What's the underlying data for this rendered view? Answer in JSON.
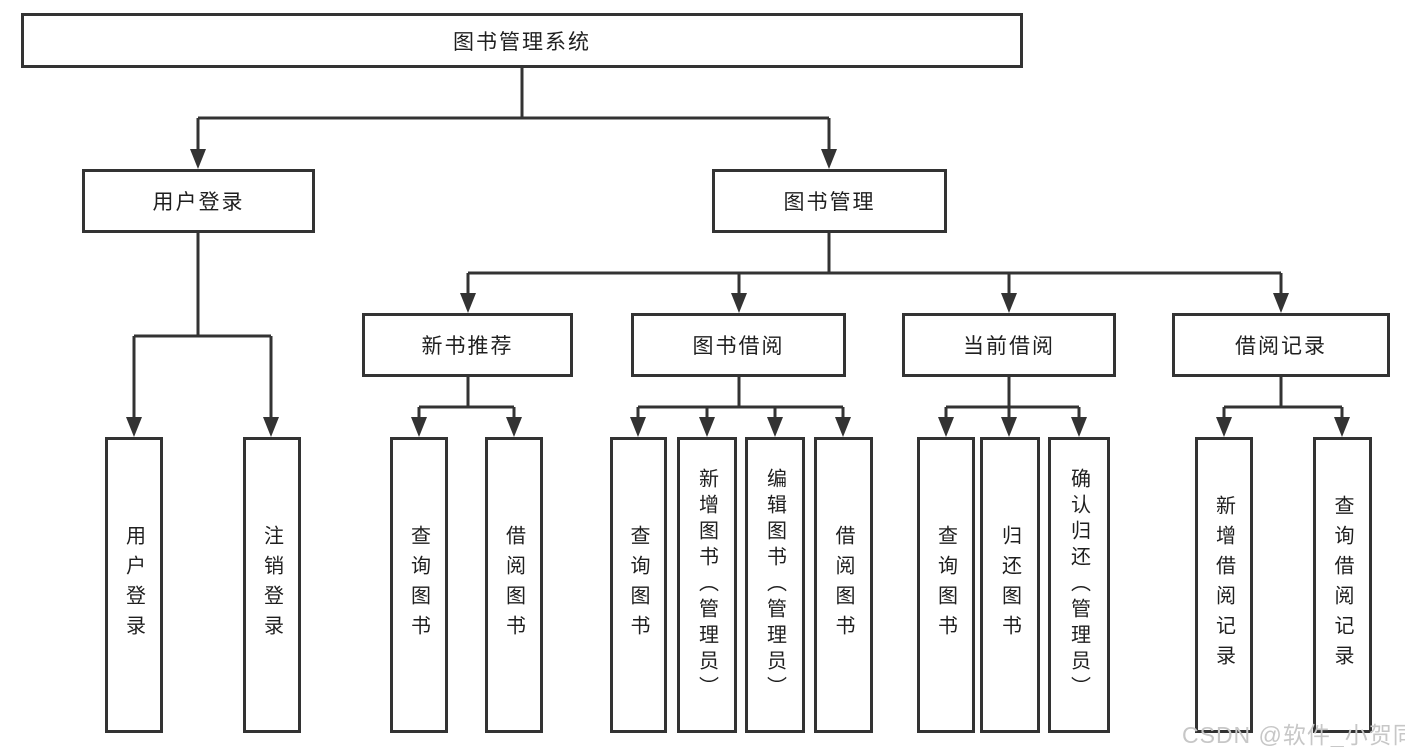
{
  "colors": {
    "line": "#333333",
    "text": "#1f1f1f",
    "background": "#ffffff",
    "watermark_text": "#c7c7c7"
  },
  "diagram": {
    "type": "hierarchy-tree",
    "root": {
      "label": "图书管理系统",
      "children": [
        {
          "label": "用户登录",
          "children": [
            {
              "label": "用户登录"
            },
            {
              "label": "注销登录"
            }
          ]
        },
        {
          "label": "图书管理",
          "children": [
            {
              "label": "新书推荐",
              "children": [
                {
                  "label": "查询图书"
                },
                {
                  "label": "借阅图书"
                }
              ]
            },
            {
              "label": "图书借阅",
              "children": [
                {
                  "label": "查询图书"
                },
                {
                  "label": "新增图书（管理员）"
                },
                {
                  "label": "编辑图书（管理员）"
                },
                {
                  "label": "借阅图书"
                }
              ]
            },
            {
              "label": "当前借阅",
              "children": [
                {
                  "label": "查询图书"
                },
                {
                  "label": "归还图书"
                },
                {
                  "label": "确认归还（管理员）"
                }
              ]
            },
            {
              "label": "借阅记录",
              "children": [
                {
                  "label": "新增借阅记录"
                },
                {
                  "label": "查询借阅记录"
                }
              ]
            }
          ]
        }
      ]
    }
  },
  "watermark": {
    "text": "CSDN @软件_小贺同学"
  }
}
